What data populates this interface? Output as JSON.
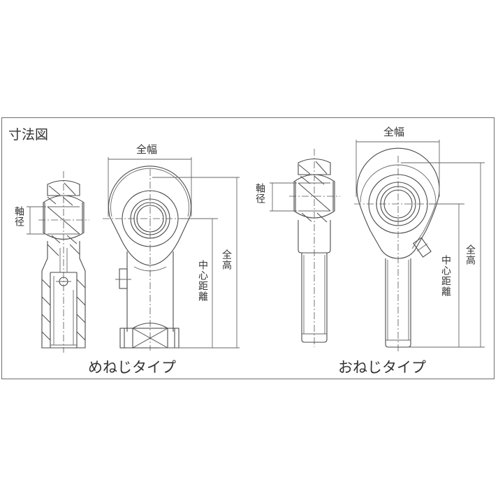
{
  "title": "寸法図",
  "labels": {
    "overall_width": "全幅",
    "shaft_diameter": "軸径",
    "overall_height": "全高",
    "center_distance": "中心距離"
  },
  "types": [
    {
      "name": "めねじタイプ",
      "meaning": "female thread type"
    },
    {
      "name": "おねじタイプ",
      "meaning": "male thread type"
    }
  ],
  "colors": {
    "line": "#4a4a4a",
    "frame": "#6e6e6e",
    "text": "#333333",
    "background": "#ffffff"
  }
}
